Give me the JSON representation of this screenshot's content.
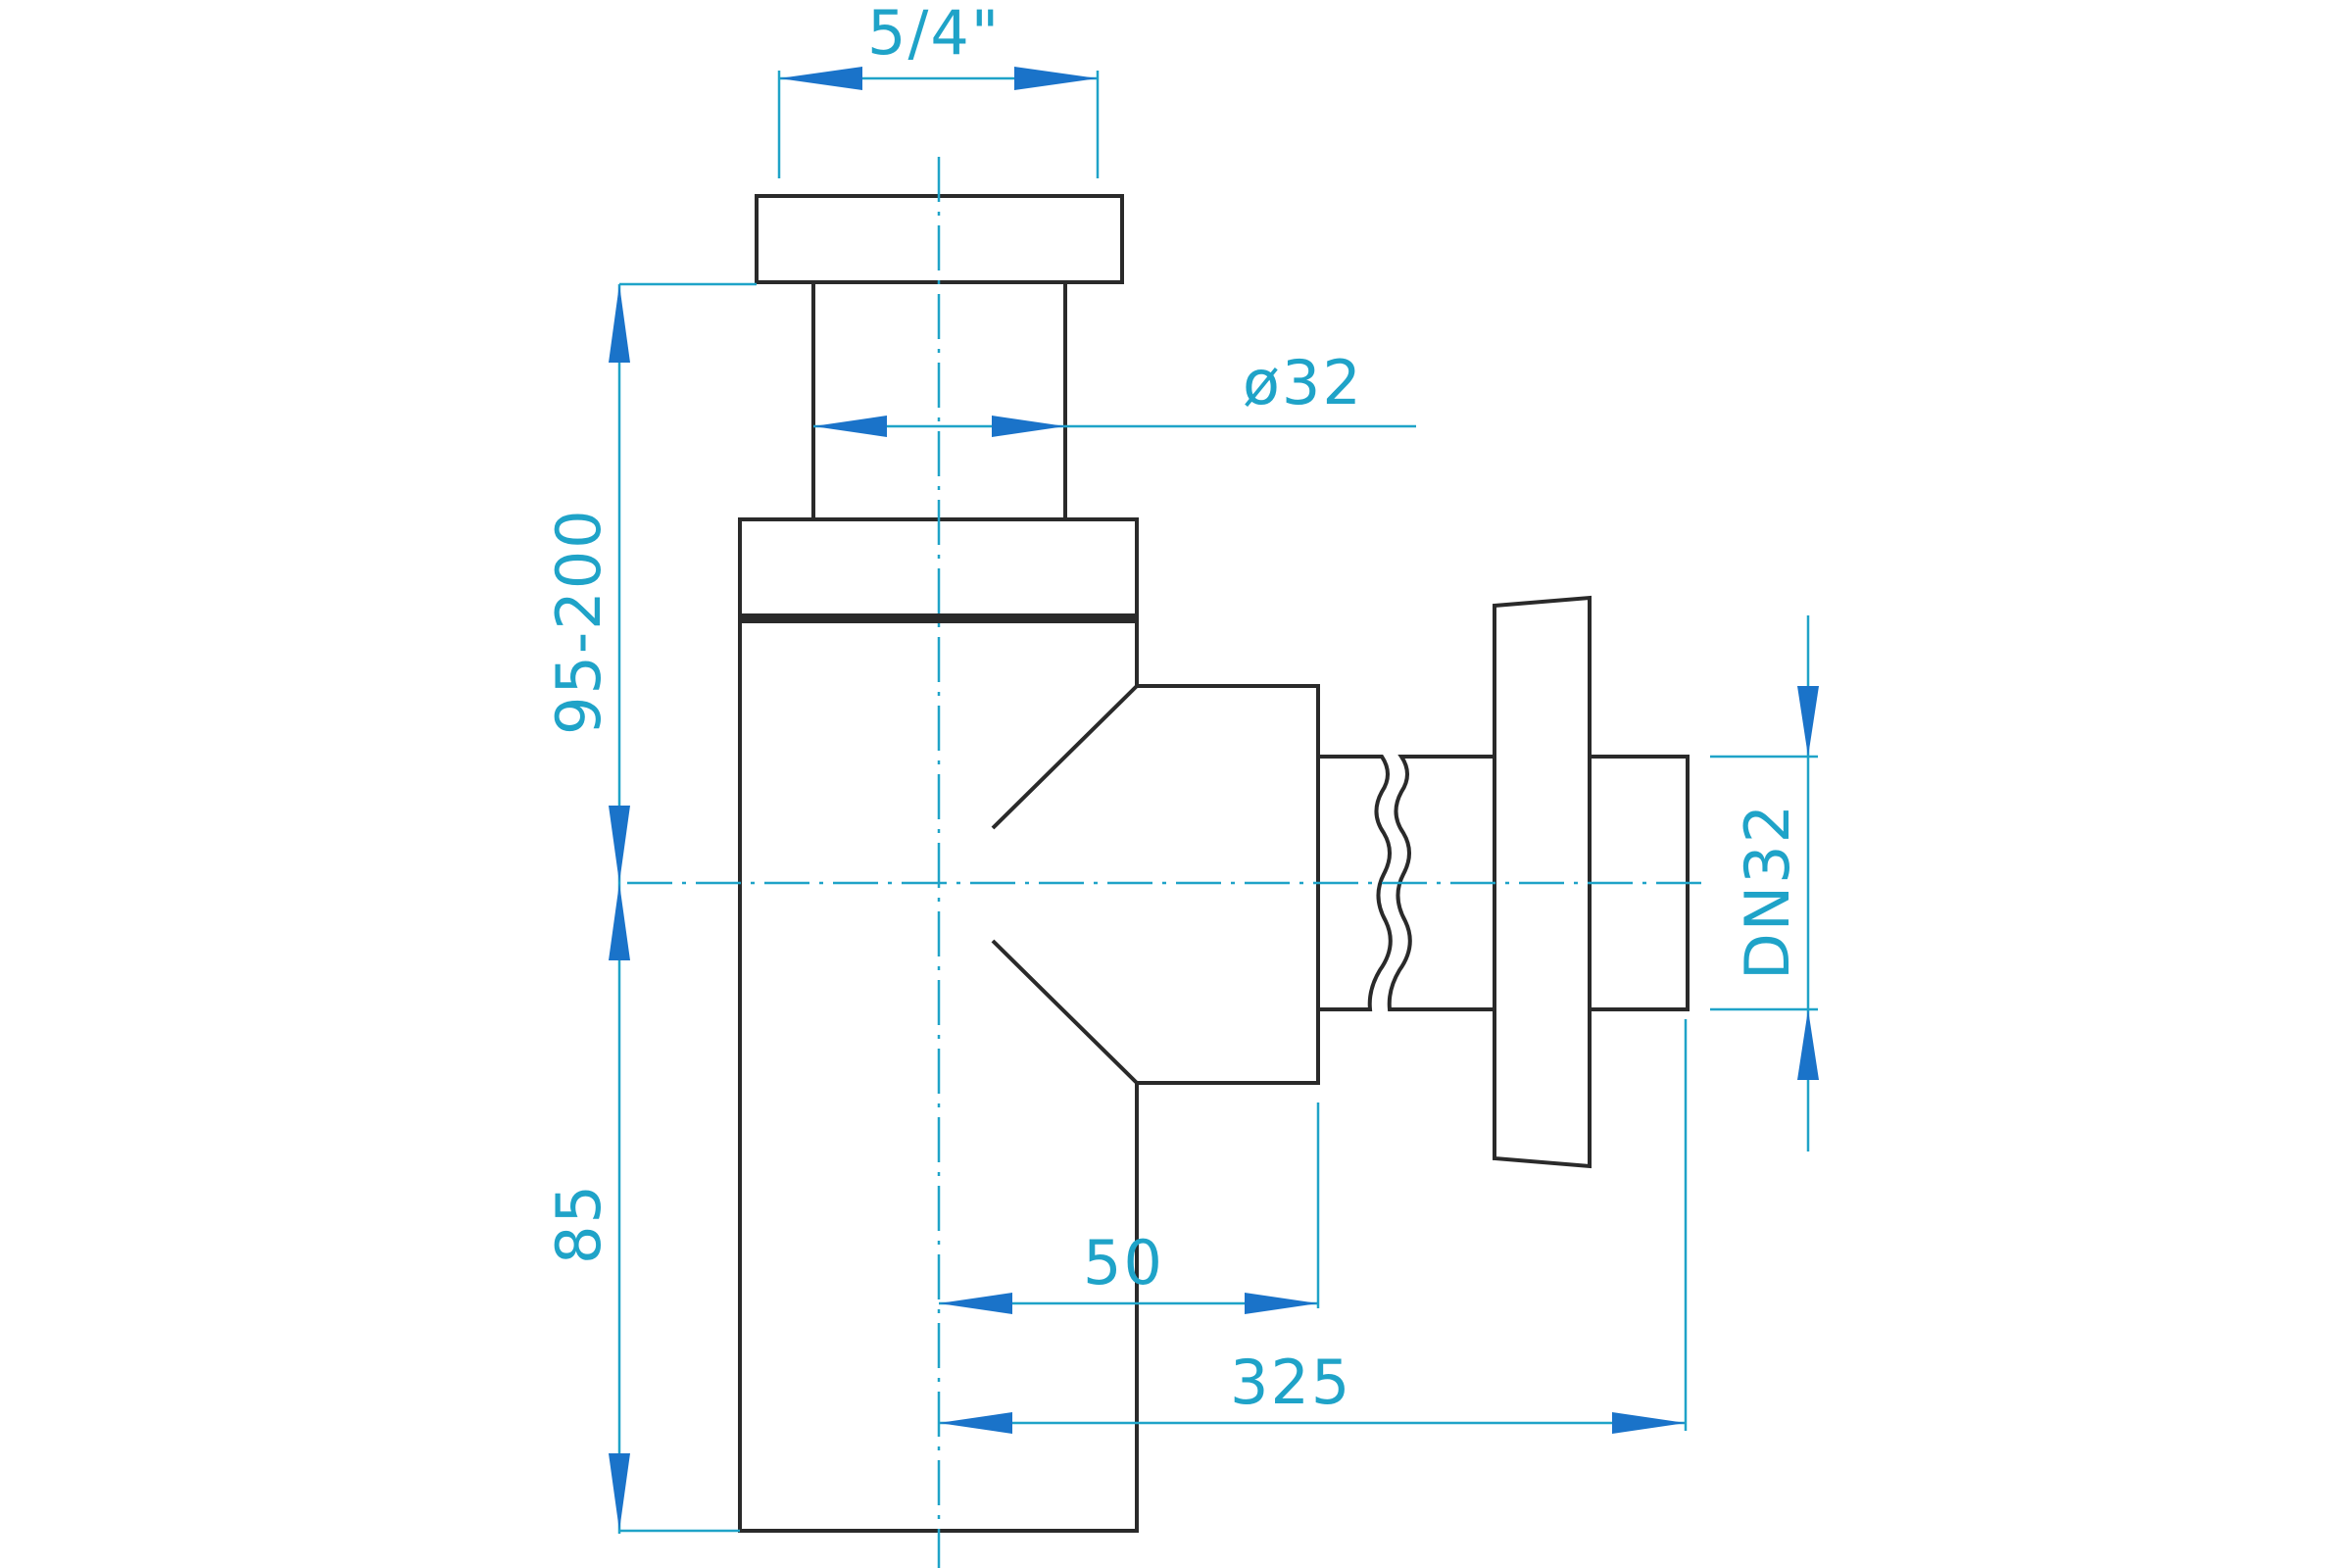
{
  "drawing": {
    "line_color": "#2a2a2a",
    "dimension_color": "#1fa3c8",
    "arrow_color": "#1a73c9"
  },
  "dimensions": {
    "inlet_thread": "5/4\"",
    "inlet_diameter": "ø32",
    "height_range": "95-200",
    "lower_height": "85",
    "outlet_offset": "50",
    "total_reach": "325",
    "outlet_size": "DN32"
  }
}
